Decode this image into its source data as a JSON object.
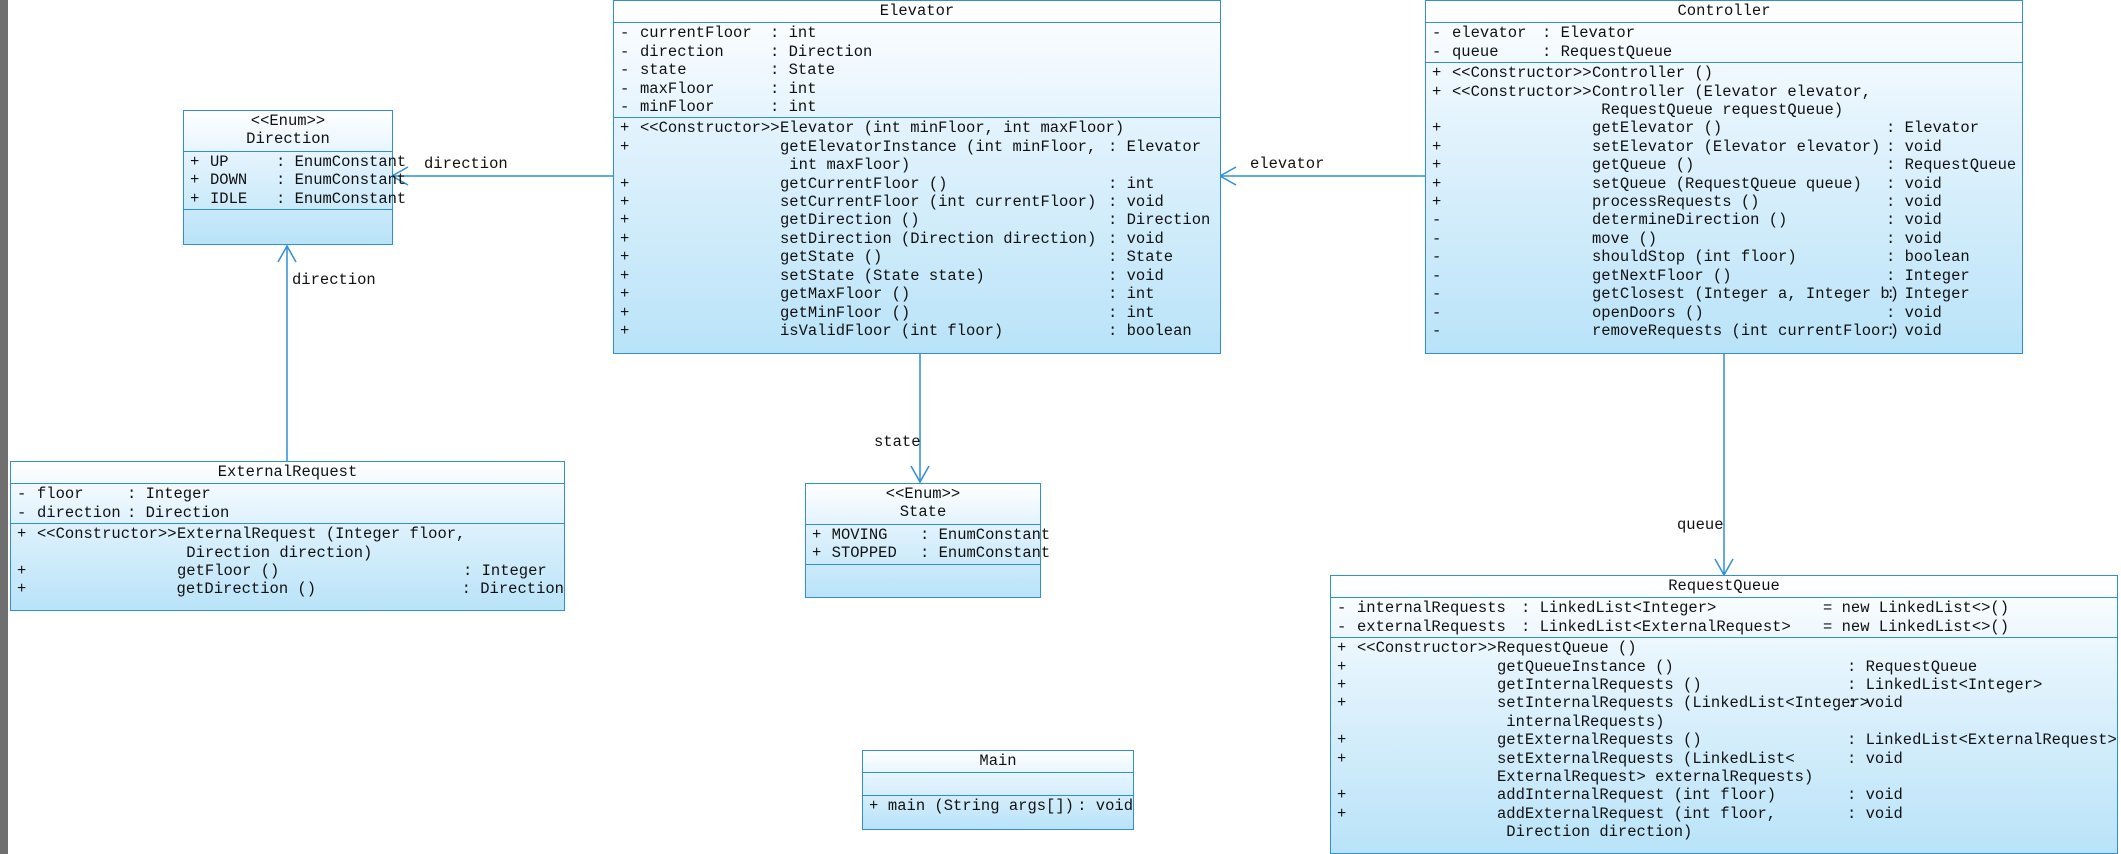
{
  "diagram": {
    "classes": {
      "direction": {
        "stereotype": "<<Enum>>",
        "name": "Direction",
        "attributes": [
          {
            "vis": "+",
            "name": "UP",
            "type": ": EnumConstant"
          },
          {
            "vis": "+",
            "name": "DOWN",
            "type": ": EnumConstant"
          },
          {
            "vis": "+",
            "name": "IDLE",
            "type": ": EnumConstant"
          }
        ]
      },
      "elevator": {
        "name": "Elevator",
        "attributes": [
          {
            "vis": "-",
            "name": "currentFloor",
            "type": ": int"
          },
          {
            "vis": "-",
            "name": "direction",
            "type": ": Direction"
          },
          {
            "vis": "-",
            "name": "state",
            "type": ": State"
          },
          {
            "vis": "-",
            "name": "maxFloor",
            "type": ": int"
          },
          {
            "vis": "-",
            "name": "minFloor",
            "type": ": int"
          }
        ],
        "operations": [
          {
            "vis": "+",
            "stereo": "<<Constructor>>",
            "sig": "Elevator (int minFloor, int maxFloor)",
            "ret": ""
          },
          {
            "vis": "+",
            "stereo": "",
            "sig": "getElevatorInstance (int minFloor,",
            "ret": ": Elevator"
          },
          {
            "vis": "",
            "stereo": "",
            "sig": " int maxFloor)",
            "ret": ""
          },
          {
            "vis": "+",
            "stereo": "",
            "sig": "getCurrentFloor ()",
            "ret": ": int"
          },
          {
            "vis": "+",
            "stereo": "",
            "sig": "setCurrentFloor (int currentFloor)",
            "ret": ": void"
          },
          {
            "vis": "+",
            "stereo": "",
            "sig": "getDirection ()",
            "ret": ": Direction"
          },
          {
            "vis": "+",
            "stereo": "",
            "sig": "setDirection (Direction direction)",
            "ret": ": void"
          },
          {
            "vis": "+",
            "stereo": "",
            "sig": "getState ()",
            "ret": ": State"
          },
          {
            "vis": "+",
            "stereo": "",
            "sig": "setState (State state)",
            "ret": ": void"
          },
          {
            "vis": "+",
            "stereo": "",
            "sig": "getMaxFloor ()",
            "ret": ": int"
          },
          {
            "vis": "+",
            "stereo": "",
            "sig": "getMinFloor ()",
            "ret": ": int"
          },
          {
            "vis": "+",
            "stereo": "",
            "sig": "isValidFloor (int floor)",
            "ret": ": boolean"
          }
        ]
      },
      "controller": {
        "name": "Controller",
        "attributes": [
          {
            "vis": "-",
            "name": "elevator",
            "type": ": Elevator"
          },
          {
            "vis": "-",
            "name": "queue",
            "type": ": RequestQueue"
          }
        ],
        "operations": [
          {
            "vis": "+",
            "stereo": "<<Constructor>>",
            "sig": "Controller ()",
            "ret": ""
          },
          {
            "vis": "+",
            "stereo": "<<Constructor>>",
            "sig": "Controller (Elevator elevator,",
            "ret": ""
          },
          {
            "vis": "",
            "stereo": "",
            "sig": " RequestQueue requestQueue)",
            "ret": ""
          },
          {
            "vis": "+",
            "stereo": "",
            "sig": "getElevator ()",
            "ret": ": Elevator"
          },
          {
            "vis": "+",
            "stereo": "",
            "sig": "setElevator (Elevator elevator)",
            "ret": ": void"
          },
          {
            "vis": "+",
            "stereo": "",
            "sig": "getQueue ()",
            "ret": ": RequestQueue"
          },
          {
            "vis": "+",
            "stereo": "",
            "sig": "setQueue (RequestQueue queue)",
            "ret": ": void"
          },
          {
            "vis": "+",
            "stereo": "",
            "sig": "processRequests ()",
            "ret": ": void"
          },
          {
            "vis": "-",
            "stereo": "",
            "sig": "determineDirection ()",
            "ret": ": void"
          },
          {
            "vis": "-",
            "stereo": "",
            "sig": "move ()",
            "ret": ": void"
          },
          {
            "vis": "-",
            "stereo": "",
            "sig": "shouldStop (int floor)",
            "ret": ": boolean"
          },
          {
            "vis": "-",
            "stereo": "",
            "sig": "getNextFloor ()",
            "ret": ": Integer"
          },
          {
            "vis": "-",
            "stereo": "",
            "sig": "getClosest (Integer a, Integer b)",
            "ret": ": Integer"
          },
          {
            "vis": "-",
            "stereo": "",
            "sig": "openDoors ()",
            "ret": ": void"
          },
          {
            "vis": "-",
            "stereo": "",
            "sig": "removeRequests (int currentFloor)",
            "ret": ": void"
          }
        ]
      },
      "external_request": {
        "name": "ExternalRequest",
        "attributes": [
          {
            "vis": "-",
            "name": "floor",
            "type": ": Integer"
          },
          {
            "vis": "-",
            "name": "direction",
            "type": ": Direction"
          }
        ],
        "operations": [
          {
            "vis": "+",
            "stereo": "<<Constructor>>",
            "sig": "ExternalRequest (Integer floor,",
            "ret": ""
          },
          {
            "vis": "",
            "stereo": "",
            "sig": " Direction direction)",
            "ret": ""
          },
          {
            "vis": "+",
            "stereo": "",
            "sig": "getFloor ()",
            "ret": ": Integer"
          },
          {
            "vis": "+",
            "stereo": "",
            "sig": "getDirection ()",
            "ret": ": Direction"
          }
        ]
      },
      "state": {
        "stereotype": "<<Enum>>",
        "name": "State",
        "attributes": [
          {
            "vis": "+",
            "name": "MOVING",
            "type": ": EnumConstant"
          },
          {
            "vis": "+",
            "name": "STOPPED",
            "type": ": EnumConstant"
          }
        ]
      },
      "request_queue": {
        "name": "RequestQueue",
        "attributes": [
          {
            "vis": "-",
            "name": "internalRequests",
            "type": ": LinkedList<Integer>",
            "init": "= new LinkedList<>()"
          },
          {
            "vis": "-",
            "name": "externalRequests",
            "type": ": LinkedList<ExternalRequest>",
            "init": "= new LinkedList<>()"
          }
        ],
        "operations": [
          {
            "vis": "+",
            "stereo": "<<Constructor>>",
            "sig": "RequestQueue ()",
            "ret": ""
          },
          {
            "vis": "+",
            "stereo": "",
            "sig": "getQueueInstance ()",
            "ret": ": RequestQueue"
          },
          {
            "vis": "+",
            "stereo": "",
            "sig": "getInternalRequests ()",
            "ret": ": LinkedList<Integer>"
          },
          {
            "vis": "+",
            "stereo": "",
            "sig": "setInternalRequests (LinkedList<Integer>",
            "ret": ": void"
          },
          {
            "vis": "",
            "stereo": "",
            "sig": " internalRequests)",
            "ret": ""
          },
          {
            "vis": "+",
            "stereo": "",
            "sig": "getExternalRequests ()",
            "ret": ": LinkedList<ExternalRequest>"
          },
          {
            "vis": "+",
            "stereo": "",
            "sig": "setExternalRequests (LinkedList<",
            "ret": ": void"
          },
          {
            "vis": "",
            "stereo": "",
            "sig": "ExternalRequest> externalRequests)",
            "ret": ""
          },
          {
            "vis": "+",
            "stereo": "",
            "sig": "addInternalRequest (int floor)",
            "ret": ": void"
          },
          {
            "vis": "+",
            "stereo": "",
            "sig": "addExternalRequest (int floor,",
            "ret": ": void"
          },
          {
            "vis": "",
            "stereo": "",
            "sig": " Direction direction)",
            "ret": ""
          }
        ]
      },
      "main": {
        "name": "Main",
        "operations": [
          {
            "vis": "+",
            "stereo": "",
            "sig": "main (String args[])",
            "ret": ": void"
          }
        ]
      }
    },
    "associations": {
      "elevator_direction": "direction",
      "external_direction": "direction",
      "controller_elevator": "elevator",
      "elevator_state": "state",
      "controller_queue": "queue"
    },
    "colors": {
      "border": "#2f8fd8",
      "fill_top": "#ffffff",
      "fill_bottom": "#b9e3f8",
      "frame": "#6f6f6f"
    }
  }
}
